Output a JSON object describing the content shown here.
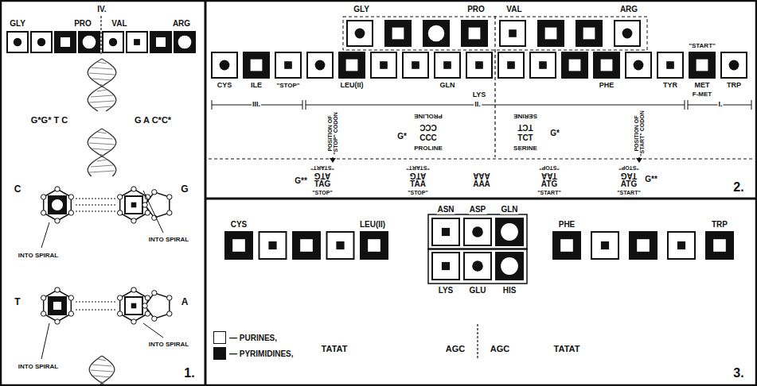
{
  "diagram": {
    "labels": [
      "IV.",
      "GLY",
      "PRO",
      "VAL",
      "ARG",
      "G*G* T C",
      "G A C*C*",
      "C",
      "INTO SPIRAL",
      "G",
      "INTO SPIRAL",
      "T",
      "INTO SPIRAL",
      "A",
      "INTO SPIRAL",
      "1.",
      "GLY",
      "PRO",
      "VAL",
      "ARG",
      "CYS",
      "ILE",
      "\"STOP\"",
      "LEU(II)",
      "GLN",
      "LYS",
      "PHE",
      "TYR",
      "\"START\"",
      "MET",
      "F-MET",
      "TRP",
      "III.",
      "II.",
      "I.",
      "POSITION OF \"STOP\" CODON",
      "POSITION OF \"START\" CODON",
      "PROLINE",
      "CCC",
      "G*",
      "CCC",
      "PROLINE",
      "SERINE",
      "TCT",
      "TCT",
      "G*",
      "SERINE",
      "\"START\"",
      "ATG",
      "G**",
      "TAG",
      "\"STOP\"",
      "\"START\"",
      "ATG",
      "TAA",
      "\"STOP\"",
      "AAA",
      "AAA",
      "\"STOP\"",
      "TAA",
      "ATG",
      "\"START\"",
      "\"STOP\"",
      "TAG",
      "G**",
      "ATG",
      "\"START\"",
      "2.",
      "CYS",
      "LEU(II)",
      "ASN",
      "ASP",
      "GLN",
      "PHE",
      "TRP",
      "LYS",
      "GLU",
      "HIS",
      "TATAT",
      "AGC",
      "AGC",
      "TATAT",
      "3."
    ],
    "legend": [
      {
        "text": "— PURINES,",
        "color": "#ffffff"
      },
      {
        "text": "— PYRIMIDINES,",
        "color": "#111111"
      }
    ]
  }
}
